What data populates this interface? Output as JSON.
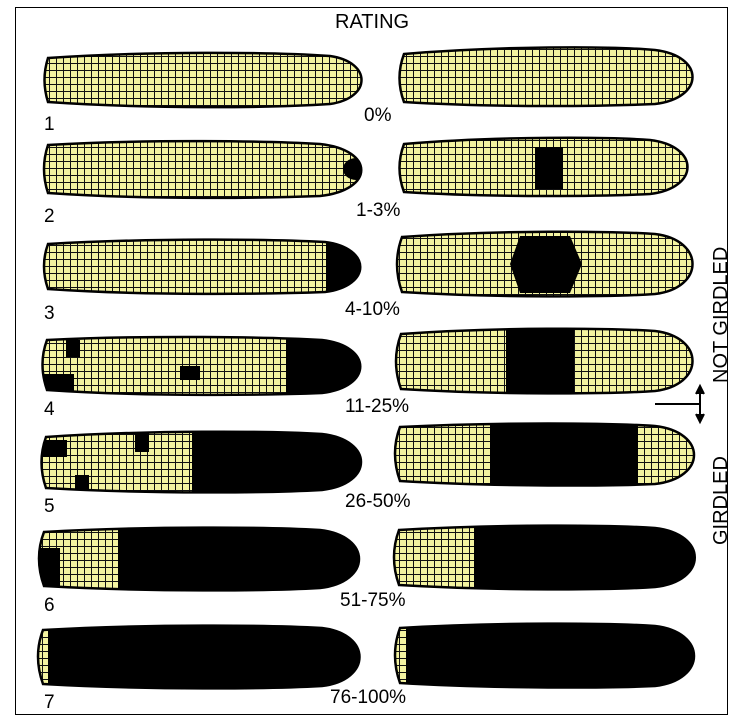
{
  "title": "RATING",
  "colors": {
    "kernel": "#f3f3a0",
    "damage": "#000000",
    "outline": "#000000"
  },
  "ratings": [
    {
      "rating": "1",
      "percent": "0%",
      "left_damage": "none",
      "right_damage": "none"
    },
    {
      "rating": "2",
      "percent": "1-3%",
      "left_damage": "tip spot",
      "right_damage": "small band"
    },
    {
      "rating": "3",
      "percent": "4-10%",
      "left_damage": "tip",
      "right_damage": "middle band"
    },
    {
      "rating": "4",
      "percent": "11-25%",
      "left_damage": "tip and scattered spots",
      "right_damage": "wide band"
    },
    {
      "rating": "5",
      "percent": "26-50%",
      "left_damage": "tip half and scattered spots",
      "right_damage": "wider band"
    },
    {
      "rating": "6",
      "percent": "51-75%",
      "left_damage": "most of ear",
      "right_damage": "tip three quarters"
    },
    {
      "rating": "7",
      "percent": "76-100%",
      "left_damage": "whole ear",
      "right_damage": "whole ear"
    }
  ],
  "axis": {
    "top_label": "NOT GIRDLED",
    "bottom_label": "GIRDLED"
  }
}
